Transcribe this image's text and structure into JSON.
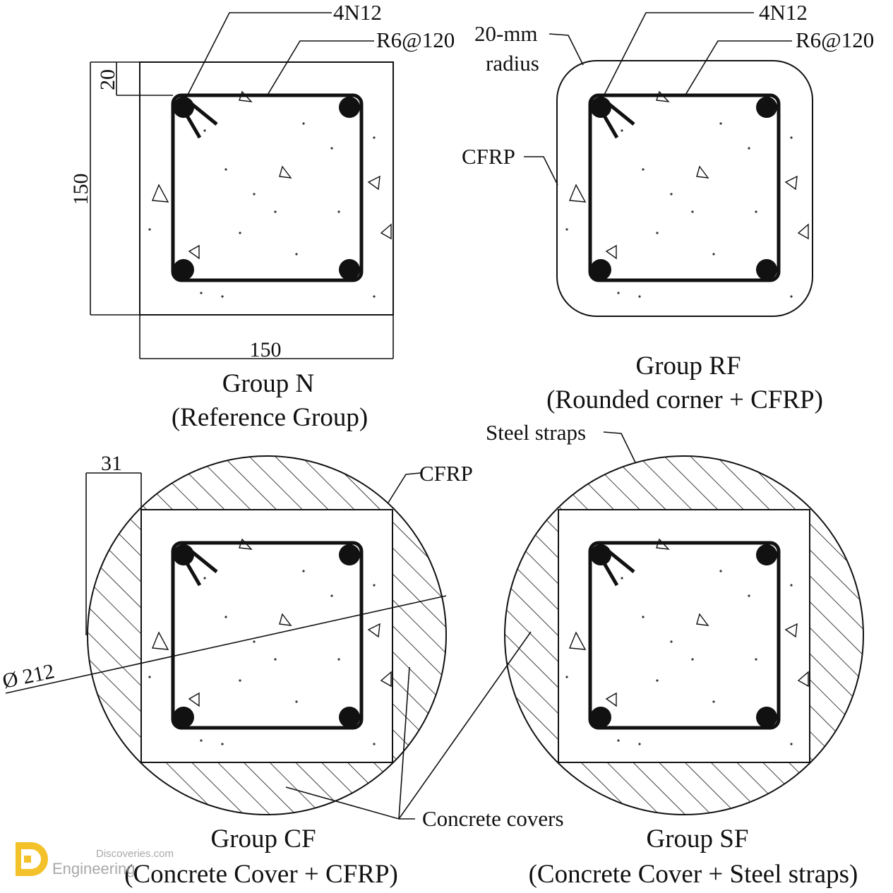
{
  "panels": {
    "n": {
      "title": "Group N",
      "subtitle": "(Reference Group)",
      "bar_label": "4N12",
      "stirrup_label": "R6@120",
      "dim_height": "150",
      "dim_width": "150",
      "dim_cover": "20"
    },
    "rf": {
      "title": "Group RF",
      "subtitle": "(Rounded corner + CFRP)",
      "bar_label": "4N12",
      "stirrup_label": "R6@120",
      "radius_label_1": "20-mm",
      "radius_label_2": "radius",
      "wrap_label": "CFRP"
    },
    "cf": {
      "title": "Group CF",
      "subtitle": "(Concrete Cover + CFRP)",
      "wrap_label": "CFRP",
      "dim_cover": "31",
      "dim_diameter": "Ø 212"
    },
    "sf": {
      "title": "Group SF",
      "subtitle": "(Concrete Cover + Steel straps)",
      "wrap_label": "Steel straps"
    },
    "shared": {
      "cover_label": "Concrete covers"
    }
  },
  "watermark": {
    "line1": "Discoveries.com",
    "line2": "Engineering",
    "accent": "#f2b705"
  },
  "colors": {
    "ink": "#111111",
    "background": "#ffffff"
  }
}
